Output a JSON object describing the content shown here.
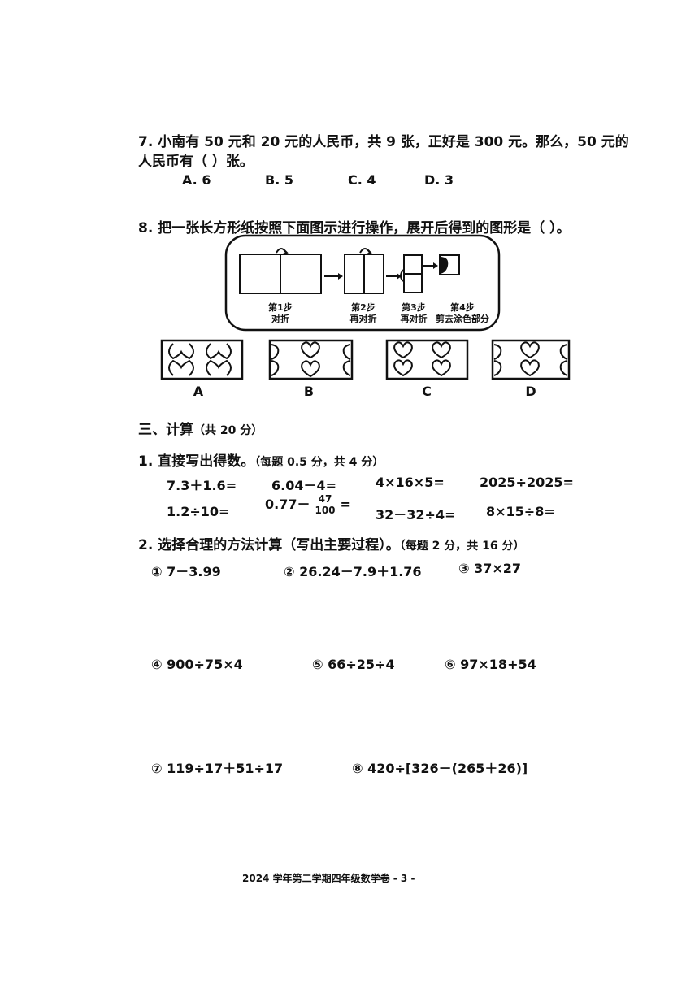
{
  "q7": {
    "line1": "7. 小南有 50 元和 20 元的人民币，共 9 张，正好是 300 元。那么，50 元的",
    "line2": "人民币有（          ）张。",
    "options": [
      "A. 6",
      "B. 5",
      "C. 4",
      "D. 3"
    ]
  },
  "q8": {
    "text": "8. 把一张长方形纸按照下面图示进行操作，展开后得到的图形是（          ）。",
    "steps": [
      {
        "title": "第1步",
        "desc": "对折"
      },
      {
        "title": "第2步",
        "desc": "再对折"
      },
      {
        "title": "第3步",
        "desc": "再对折"
      },
      {
        "title": "第4步",
        "desc": "剪去涂色部分"
      }
    ],
    "answers": [
      "A",
      "B",
      "C",
      "D"
    ]
  },
  "section3": {
    "title": "三、计算",
    "score": "（共 20 分）"
  },
  "p1": {
    "title": "1. 直接写出得数。",
    "score": "（每题 0.5 分，共 4 分）",
    "row1": [
      "7.3＋1.6=",
      "6.04－4=",
      "4×16×5=",
      "2025÷2025="
    ],
    "row2_a": "1.2÷10=",
    "row2_b_pre": "0.77－",
    "row2_b_num": "47",
    "row2_b_den": "100",
    "row2_b_post": "=",
    "row2_c": "32－32÷4=",
    "row2_d": "8×15÷8="
  },
  "p2": {
    "title": "2. 选择合理的方法计算（写出主要过程）。",
    "score": "（每题 2 分，共 16 分）",
    "items": [
      {
        "no": "①",
        "expr": "7－3.99"
      },
      {
        "no": "②",
        "expr": "26.24－7.9＋1.76"
      },
      {
        "no": "③",
        "expr": "37×27"
      },
      {
        "no": "④",
        "expr": "900÷75×4"
      },
      {
        "no": "⑤",
        "expr": "66÷25÷4"
      },
      {
        "no": "⑥",
        "expr": "97×18+54"
      },
      {
        "no": "⑦",
        "expr": "119÷17＋51÷17"
      },
      {
        "no": "⑧",
        "expr": "420÷[326－(265＋26)]"
      }
    ]
  },
  "footer": "2024 学年第二学期四年级数学卷  - 3 -"
}
